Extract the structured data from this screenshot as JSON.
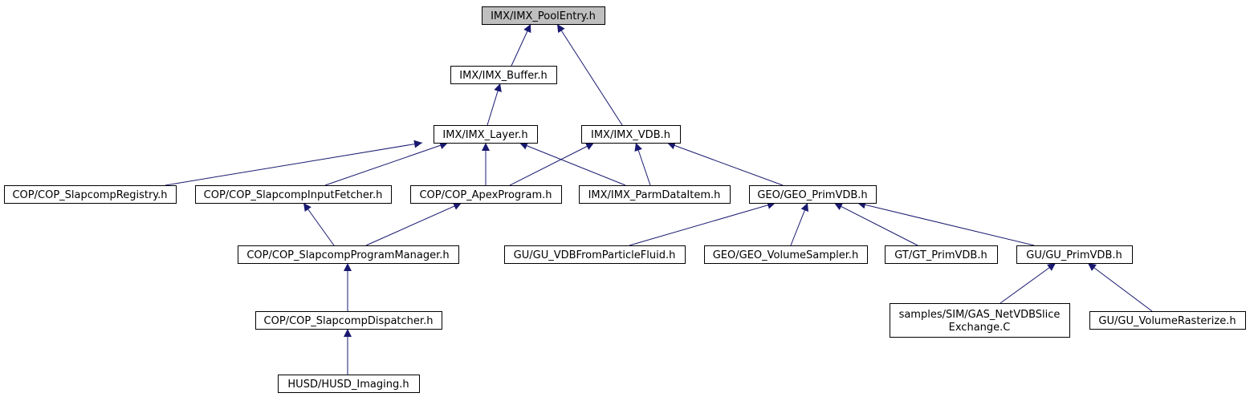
{
  "diagram": {
    "colors": {
      "edge": "#191970",
      "node_border": "#000000",
      "node_fill": "#ffffff",
      "root_fill": "#bfbfbf"
    },
    "nodes": [
      {
        "id": "poolentry",
        "label": "IMX/IMX_PoolEntry.h",
        "root": true
      },
      {
        "id": "buffer",
        "label": "IMX/IMX_Buffer.h"
      },
      {
        "id": "layer",
        "label": "IMX/IMX_Layer.h"
      },
      {
        "id": "vdb",
        "label": "IMX/IMX_VDB.h"
      },
      {
        "id": "registry",
        "label": "COP/COP_SlapcompRegistry.h"
      },
      {
        "id": "inputfetcher",
        "label": "COP/COP_SlapcompInputFetcher.h"
      },
      {
        "id": "apexprogram",
        "label": "COP/COP_ApexProgram.h"
      },
      {
        "id": "parmdataitem",
        "label": "IMX/IMX_ParmDataItem.h"
      },
      {
        "id": "geoprimvdb",
        "label": "GEO/GEO_PrimVDB.h"
      },
      {
        "id": "programmanager",
        "label": "COP/COP_SlapcompProgramManager.h"
      },
      {
        "id": "particlefluid",
        "label": "GU/GU_VDBFromParticleFluid.h"
      },
      {
        "id": "volumesampler",
        "label": "GEO/GEO_VolumeSampler.h"
      },
      {
        "id": "gtprimvdb",
        "label": "GT/GT_PrimVDB.h"
      },
      {
        "id": "guprimvdb",
        "label": "GU/GU_PrimVDB.h"
      },
      {
        "id": "dispatcher",
        "label": "COP/COP_SlapcompDispatcher.h"
      },
      {
        "id": "netvdbslice",
        "label": "samples/SIM/GAS_NetVDBSlice",
        "label2": "Exchange.C"
      },
      {
        "id": "volumerasterize",
        "label": "GU/GU_VolumeRasterize.h"
      },
      {
        "id": "husdimaging",
        "label": "HUSD/HUSD_Imaging.h"
      }
    ],
    "edges": [
      [
        "buffer",
        "poolentry"
      ],
      [
        "vdb",
        "poolentry"
      ],
      [
        "layer",
        "buffer"
      ],
      [
        "registry",
        "layer"
      ],
      [
        "inputfetcher",
        "layer"
      ],
      [
        "apexprogram",
        "layer"
      ],
      [
        "parmdataitem",
        "layer"
      ],
      [
        "apexprogram",
        "vdb"
      ],
      [
        "parmdataitem",
        "vdb"
      ],
      [
        "geoprimvdb",
        "vdb"
      ],
      [
        "programmanager",
        "inputfetcher"
      ],
      [
        "programmanager",
        "apexprogram"
      ],
      [
        "dispatcher",
        "programmanager"
      ],
      [
        "husdimaging",
        "dispatcher"
      ],
      [
        "particlefluid",
        "geoprimvdb"
      ],
      [
        "volumesampler",
        "geoprimvdb"
      ],
      [
        "gtprimvdb",
        "geoprimvdb"
      ],
      [
        "guprimvdb",
        "geoprimvdb"
      ],
      [
        "netvdbslice",
        "guprimvdb"
      ],
      [
        "volumerasterize",
        "guprimvdb"
      ]
    ]
  }
}
